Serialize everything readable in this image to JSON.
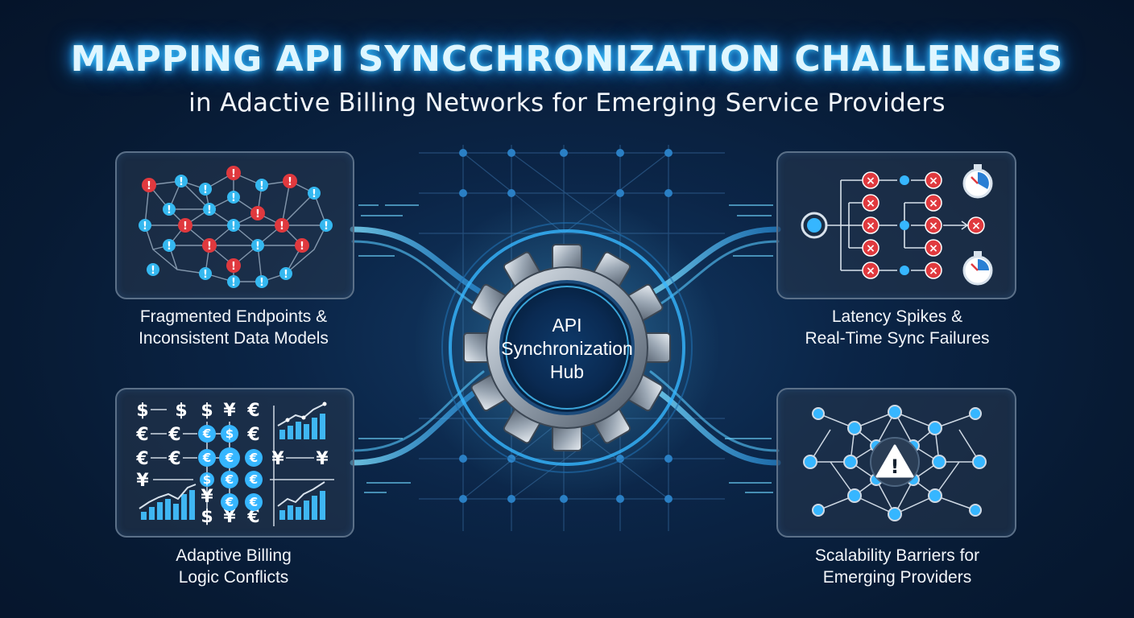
{
  "header": {
    "title": "MAPPING API SYNCCHRONIZATION CHALLENGES",
    "subtitle": "in Adactive Billing Networks for Emerging Service Providers"
  },
  "hub": {
    "line1": "API",
    "line2": "Synchronization",
    "line3": "Hub"
  },
  "panels": [
    {
      "id": "fragmented",
      "caption_line1": "Fragmented Endpoints &",
      "caption_line2": "Inconsistent Data Models",
      "icon": "network-alert-icon"
    },
    {
      "id": "latency",
      "caption_line1": "Latency Spikes &",
      "caption_line2": "Real-Time Sync Failures",
      "icon": "latency-flow-icon"
    },
    {
      "id": "billing",
      "caption_line1": "Adaptive Billing",
      "caption_line2": "Logic Conflicts",
      "icon": "currency-grid-icon"
    },
    {
      "id": "scalability",
      "caption_line1": "Scalability Barriers for",
      "caption_line2": "Emerging Providers",
      "icon": "warning-network-icon"
    }
  ],
  "currency": {
    "row1": [
      "$",
      "$",
      "$",
      "¥",
      "€"
    ],
    "row2": [
      "€",
      "€",
      "€",
      "$",
      "€"
    ],
    "row3": [
      "€",
      "€",
      "€",
      "€",
      "¥",
      "¥"
    ],
    "row4": [
      "¥",
      "$",
      "€"
    ],
    "row5": [
      "¥",
      "€",
      "€"
    ],
    "row6": [
      "$",
      "¥",
      "€"
    ]
  },
  "symbols": {
    "alert": "!",
    "fail": "×",
    "warning": "!"
  },
  "colors": {
    "accent": "#2ec4ff",
    "alert": "#e0393e",
    "panel_border": "#5b7088"
  }
}
